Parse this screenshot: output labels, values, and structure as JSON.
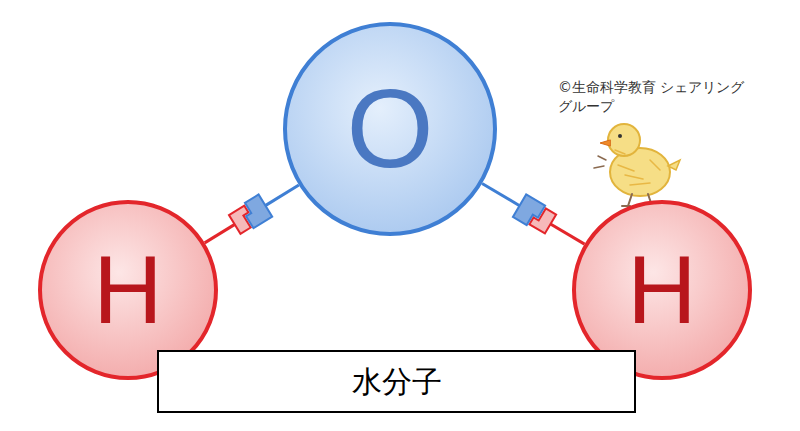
{
  "diagram": {
    "nodes": [
      {
        "text": [
          "O"
        ]
      },
      {
        "text": [
          "H"
        ]
      },
      {
        "text": [
          "H"
        ]
      },
      {
        "text": [
          "水分子"
        ]
      }
    ],
    "edges": [
      {
        "from": 1,
        "to": 0,
        "arrow": "none"
      },
      {
        "from": 2,
        "to": 0,
        "arrow": "none"
      }
    ],
    "labels": [
      "©生命科学教育 シェアリンググループ"
    ]
  }
}
